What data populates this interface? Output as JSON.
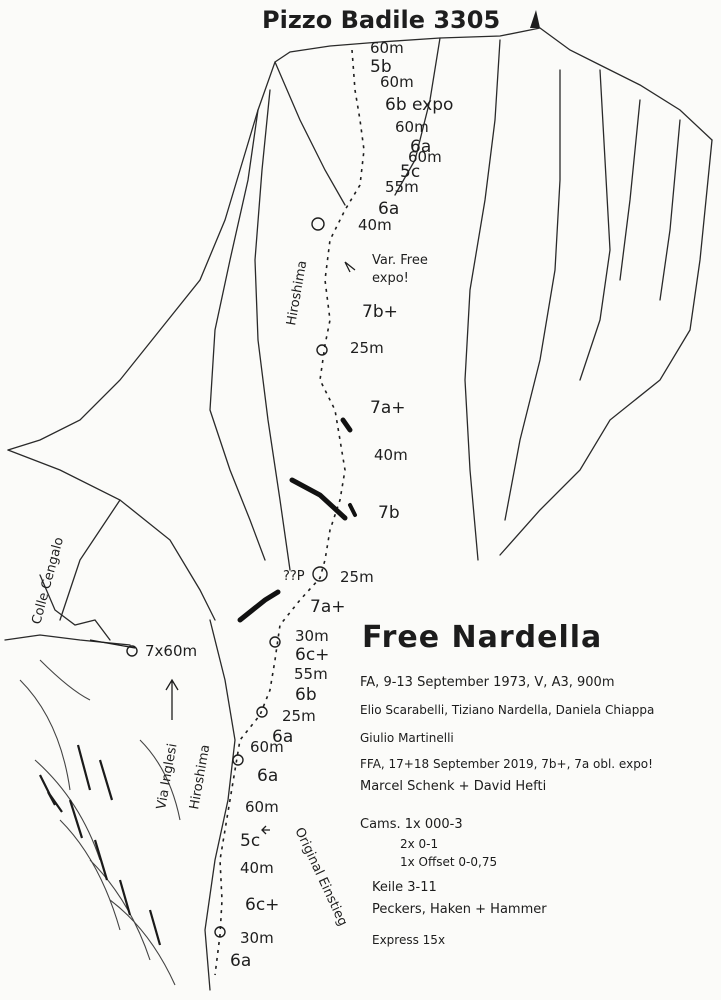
{
  "peak": {
    "name": "Pizzo Badile 3305"
  },
  "topo": {
    "pitches": [
      {
        "grade": "",
        "length": "60m"
      },
      {
        "grade": "5b",
        "length": "60m"
      },
      {
        "grade": "6b expo",
        "length": "60m"
      },
      {
        "grade": "6a",
        "length": "60m"
      },
      {
        "grade": "5c",
        "length": "55m"
      },
      {
        "grade": "6a",
        "length": "40m"
      },
      {
        "grade": "Var. Free",
        "length": ""
      },
      {
        "grade": "expo!",
        "length": ""
      },
      {
        "grade": "7b+",
        "length": "25m"
      },
      {
        "grade": "7a+",
        "length": "40m"
      },
      {
        "grade": "7b",
        "length": "25m"
      },
      {
        "grade": "7a+",
        "length": "30m"
      },
      {
        "grade": "6c+",
        "length": "55m"
      },
      {
        "grade": "6b",
        "length": "25m"
      },
      {
        "grade": "6a",
        "length": "60m"
      },
      {
        "grade": "6a",
        "length": "60m"
      },
      {
        "grade": "5c",
        "length": "40m"
      },
      {
        "grade": "6c+",
        "length": "30m"
      },
      {
        "grade": "6a",
        "length": ""
      }
    ],
    "side_labels": {
      "hiroshima_upper": "Hiroshima",
      "via_inglesi": "Via Inglesi",
      "hiroshima_lower": "Hiroshima",
      "original_einstieg": "Original Einstieg",
      "colle_cengalo": "Colle Cengalo",
      "approach": "7x60m",
      "unknown_mark": "??P"
    }
  },
  "info": {
    "route_name": "Free Nardella",
    "fa_line": "FA, 9-13 September 1973, V, A3, 900m",
    "fa_climbers_1": "Elio Scarabelli, Tiziano Nardella, Daniela Chiappa",
    "fa_climbers_2": "Giulio Martinelli",
    "ffa_line": "FFA, 17+18 September 2019, 7b+, 7a obl. expo!",
    "ffa_climbers": "Marcel Schenk + David Hefti",
    "gear_cams_1": "Cams. 1x 000-3",
    "gear_cams_2": "2x 0-1",
    "gear_cams_3": "1x Offset 0-0,75",
    "gear_nuts": "Keile 3-11",
    "gear_peckers": "Peckers, Haken + Hammer",
    "gear_express": "Express 15x"
  }
}
